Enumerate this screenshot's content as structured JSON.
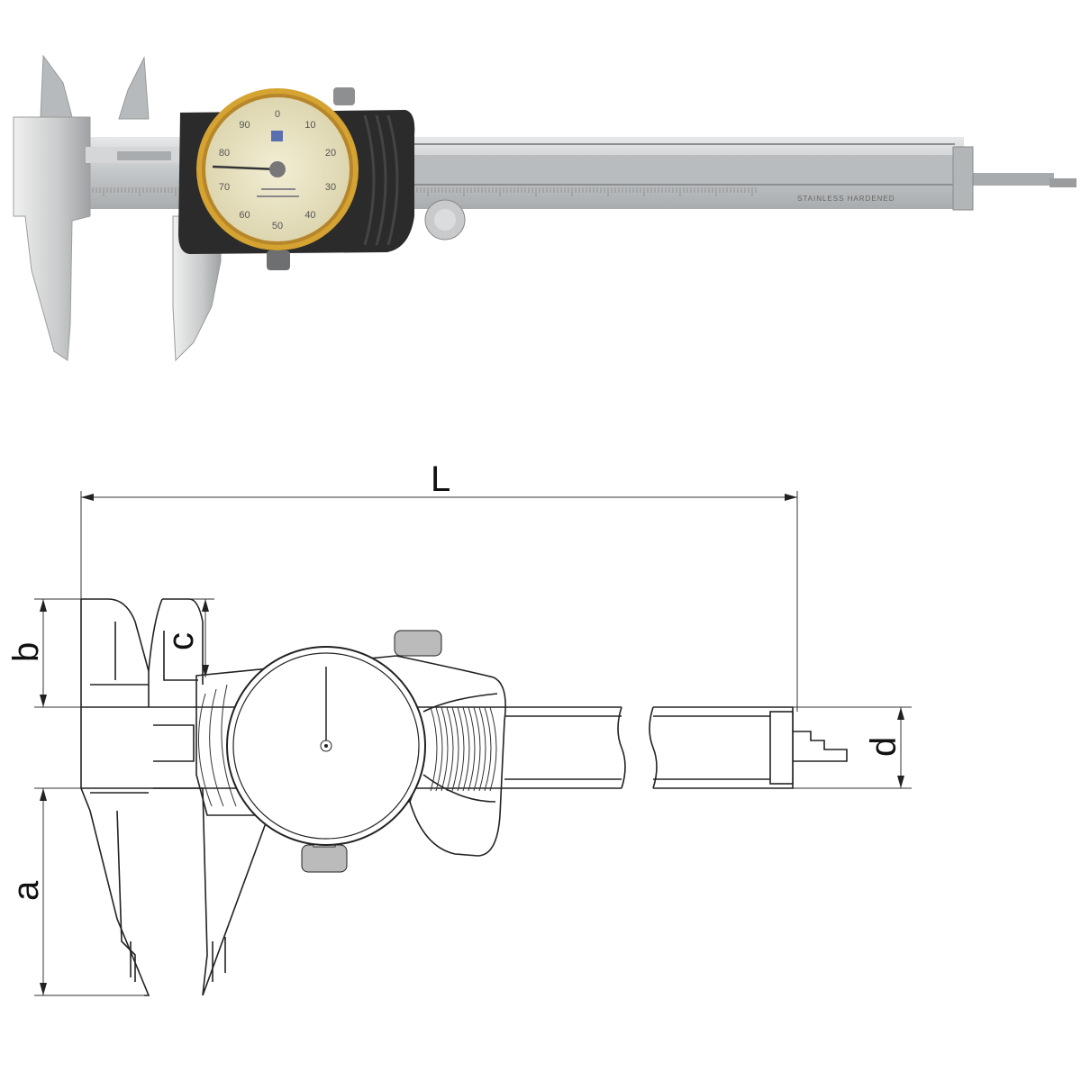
{
  "photo": {
    "dial_numbers": [
      "0",
      "10",
      "20",
      "30",
      "40",
      "50",
      "60",
      "70",
      "80",
      "90"
    ],
    "beam_text": "STAINLESS HARDENED",
    "colors": {
      "dial_ring": "#d4a331",
      "dial_face": "#ece6c6",
      "body": "#2a2a2a",
      "steel": "#c9ccce"
    }
  },
  "diagram": {
    "dimensions": {
      "L": "L",
      "a": "a",
      "b": "b",
      "c": "c",
      "d": "d"
    }
  }
}
